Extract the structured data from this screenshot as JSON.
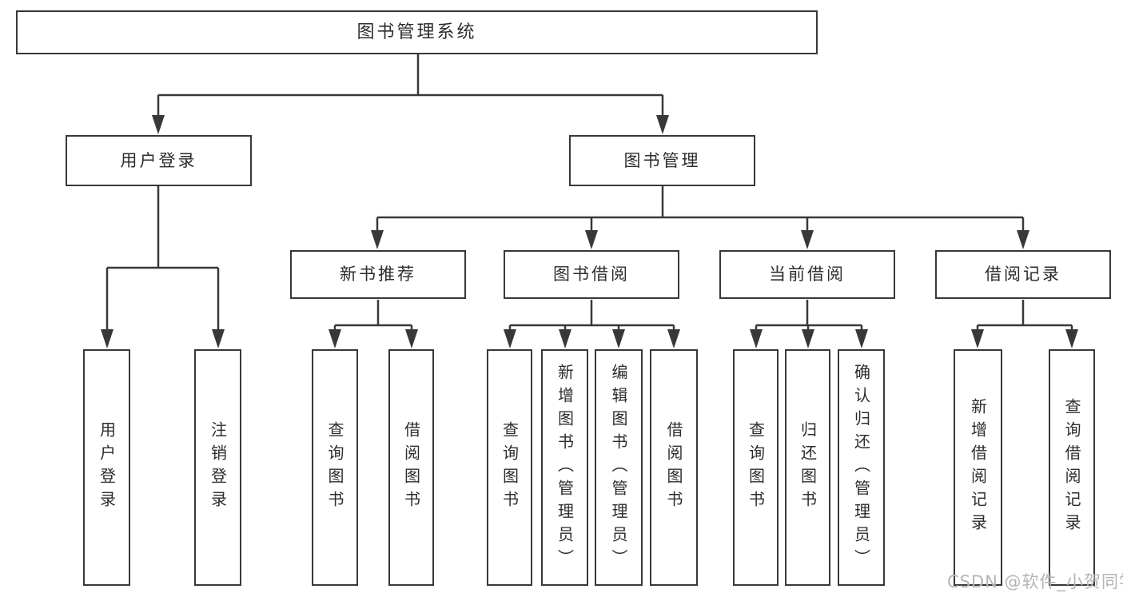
{
  "diagram": {
    "root": {
      "label": "图书管理系统"
    },
    "level2": [
      {
        "label": "用户登录"
      },
      {
        "label": "图书管理"
      }
    ],
    "level3": [
      {
        "label": "新书推荐"
      },
      {
        "label": "图书借阅"
      },
      {
        "label": "当前借阅"
      },
      {
        "label": "借阅记录"
      }
    ],
    "leaves": {
      "user_login": [
        {
          "label": "用户登录"
        },
        {
          "label": "注销登录"
        }
      ],
      "new_book": [
        {
          "label": "查询图书"
        },
        {
          "label": "借阅图书"
        }
      ],
      "book_borrow": [
        {
          "label": "查询图书"
        },
        {
          "label": "新增图书（管理员）"
        },
        {
          "label": "编辑图书（管理员）"
        },
        {
          "label": "借阅图书"
        }
      ],
      "current_borrow": [
        {
          "label": "查询图书"
        },
        {
          "label": "归还图书"
        },
        {
          "label": "确认归还（管理员）"
        }
      ],
      "borrow_record": [
        {
          "label": "新增借阅记录"
        },
        {
          "label": "查询借阅记录"
        }
      ]
    }
  },
  "colors": {
    "line": "#383838",
    "text": "#2d2d2d",
    "box_background": "#ffffff",
    "watermark": "#b5b5b5"
  },
  "watermark": {
    "text": "CSDN @软件_小贺同学"
  }
}
